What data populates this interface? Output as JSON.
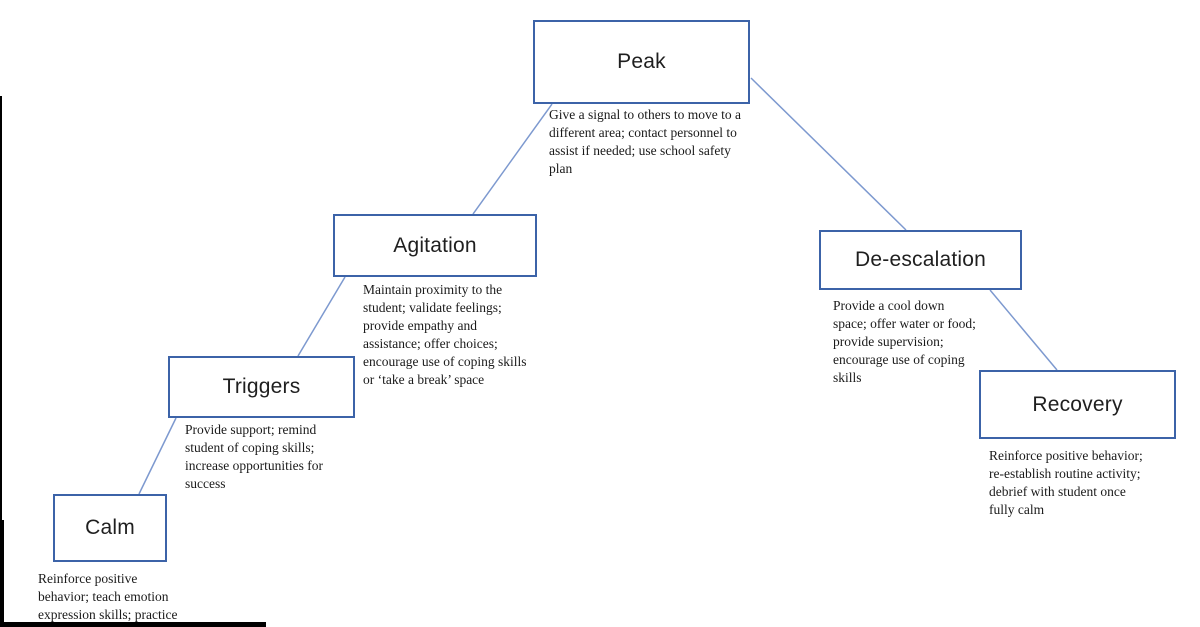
{
  "title": "Escalation cycle diagram",
  "colors": {
    "box_border": "#3c63a8",
    "connector": "#7d99cf",
    "label_text": "#1f1f1f",
    "body_text": "#1a1a1a",
    "artifact": "#000000",
    "background": "#ffffff"
  },
  "stages": [
    {
      "id": "calm",
      "label": "Calm",
      "description": "Reinforce positive\nbehavior; teach emotion\nexpression skills; practice"
    },
    {
      "id": "triggers",
      "label": "Triggers",
      "description": "Provide support; remind\nstudent of coping skills;\nincrease opportunities for\nsuccess"
    },
    {
      "id": "agitation",
      "label": "Agitation",
      "description": "Maintain proximity to the\nstudent; validate feelings;\nprovide empathy and\nassistance; offer choices;\nencourage use of coping skills\nor ‘take a break’ space"
    },
    {
      "id": "peak",
      "label": "Peak",
      "description": "Give a signal to others to move to a\ndifferent area; contact personnel to\nassist if needed; use school safety\nplan"
    },
    {
      "id": "deescalation",
      "label": "De-escalation",
      "description": "Provide a cool down\nspace; offer water or food;\nprovide supervision;\nencourage use of coping\nskills"
    },
    {
      "id": "recovery",
      "label": "Recovery",
      "description": "Reinforce positive behavior;\nre-establish routine activity;\ndebrief with student once\nfully calm"
    }
  ]
}
